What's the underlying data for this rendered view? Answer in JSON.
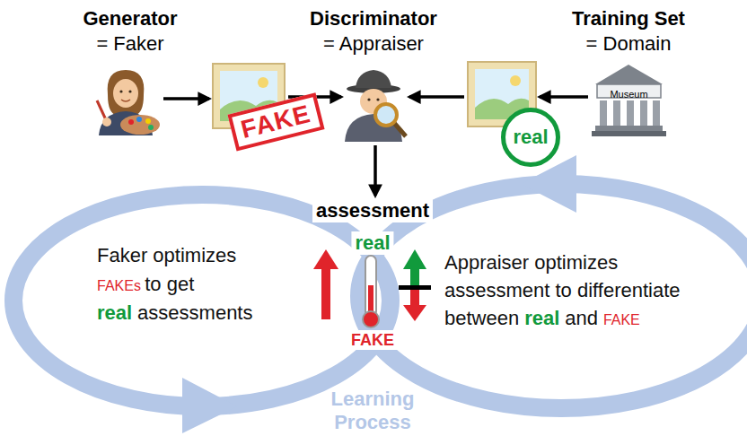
{
  "diagram": {
    "nodes": [
      {
        "text": [
          "Generator",
          "= Faker"
        ]
      },
      {
        "text": [
          "FAKE"
        ]
      },
      {
        "text": [
          "Discriminator",
          "= Appraiser"
        ]
      },
      {
        "text": [
          "real"
        ]
      },
      {
        "text": [
          "Training Set",
          "= Domain",
          "Museum"
        ]
      },
      {
        "text": [
          "assessment",
          "real",
          "FAKE"
        ]
      }
    ],
    "edges": [
      {
        "from": 0,
        "to": 1,
        "arrow": "to"
      },
      {
        "from": 1,
        "to": 2,
        "arrow": "to"
      },
      {
        "from": 3,
        "to": 2,
        "arrow": "to"
      },
      {
        "from": 4,
        "to": 3,
        "arrow": "to"
      },
      {
        "from": 2,
        "to": 5,
        "arrow": "to"
      }
    ],
    "labels": [
      "Faker optimizes",
      "FAKEs",
      "to get",
      "real",
      "assessments",
      "Appraiser optimizes",
      "assessment to differentiate",
      "between",
      "real",
      "and",
      "FAKE",
      "Learning Process"
    ]
  }
}
